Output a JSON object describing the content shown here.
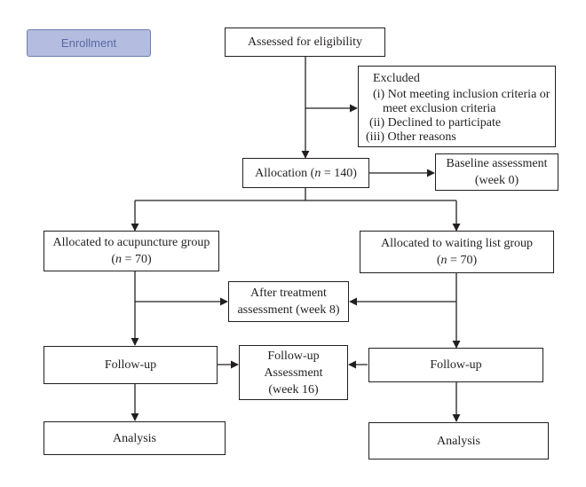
{
  "colors": {
    "stroke": "#231f20",
    "enrollment_fill": "#b4bce0",
    "enrollment_text": "#5a6aa0"
  },
  "enrollment_label": "Enrollment",
  "nodes": {
    "assessed": {
      "text": "Assessed for eligibility"
    },
    "excluded": {
      "title": "Excluded",
      "items": [
        "(i) Not meeting inclusion criteria or",
        "meet exclusion criteria",
        "(ii) Declined to participate",
        "(iii) Other reasons"
      ]
    },
    "allocation": {
      "prefix": "Allocation (",
      "n_var": "n",
      "suffix": " = 140)"
    },
    "baseline": {
      "line1": "Baseline assessment",
      "line2": "(week 0)"
    },
    "acupuncture": {
      "line1": "Allocated to acupuncture group",
      "paren_open": "(",
      "n_var": "n",
      "n_value": " = 70)"
    },
    "waiting": {
      "line1": "Allocated to waiting list group",
      "paren_open": "(",
      "n_var": "n",
      "n_value": " = 70)"
    },
    "after_treatment": {
      "line1": "After treatment",
      "line2": "assessment (week 8)"
    },
    "followup_left": {
      "text": "Follow-up"
    },
    "followup_assessment": {
      "line1": "Follow-up",
      "line2": "Assessment",
      "line3": "(week 16)"
    },
    "followup_right": {
      "text": "Follow-up"
    },
    "analysis_left": {
      "text": "Analysis"
    },
    "analysis_right": {
      "text": "Analysis"
    }
  }
}
